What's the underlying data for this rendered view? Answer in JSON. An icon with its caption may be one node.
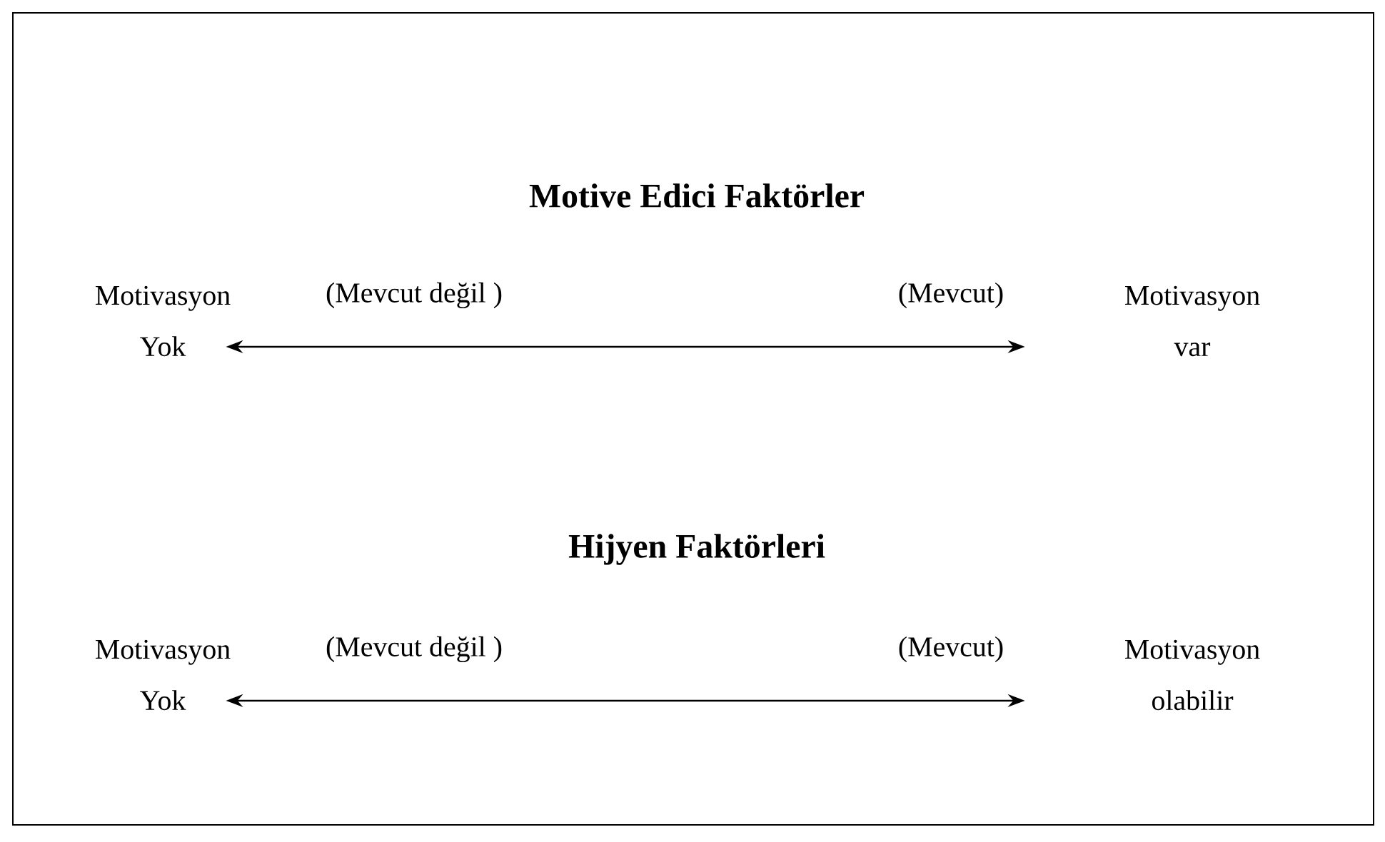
{
  "diagram": {
    "nodes": [
      {
        "text": [
          "Motivasyon Yok"
        ]
      },
      {
        "text": [
          "Motivasyon var"
        ]
      },
      {
        "text": [
          "Motivasyon Yok"
        ]
      },
      {
        "text": [
          "Motivasyon olabilir"
        ]
      }
    ],
    "edges": [
      {
        "from": 0,
        "to": 1,
        "arrow": "both"
      },
      {
        "from": 2,
        "to": 3,
        "arrow": "both"
      }
    ],
    "labels": [
      "Motive Edici Faktörler",
      "(Mevcut değil )",
      "(Mevcut)",
      "Hijyen Faktörleri",
      "(Mevcut değil )",
      "(Mevcut)"
    ]
  }
}
